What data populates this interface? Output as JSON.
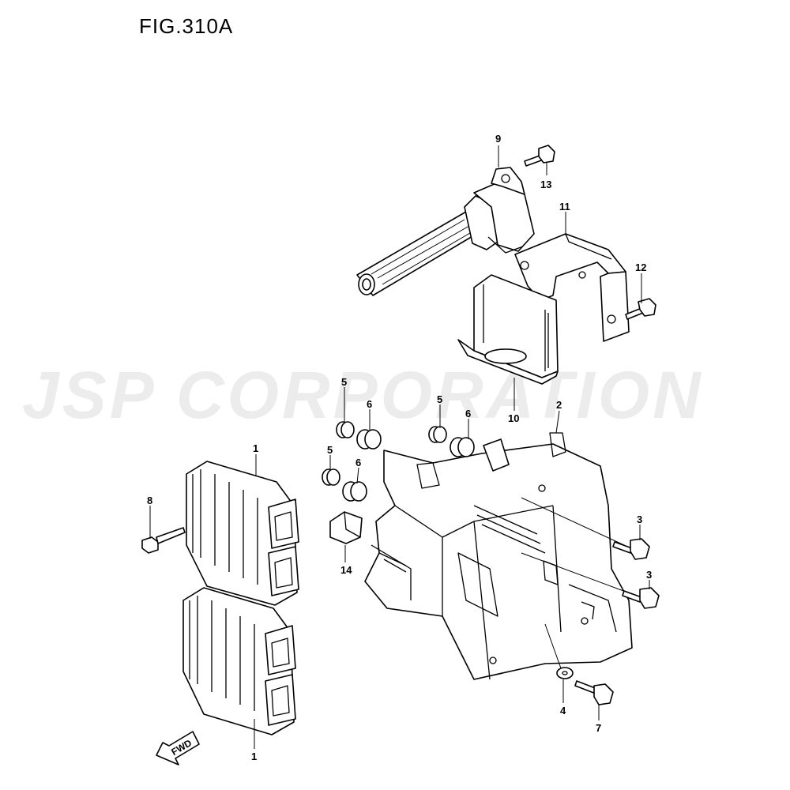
{
  "figure": {
    "title": "FIG.310A"
  },
  "watermark": {
    "text": "JSP CORPORATION"
  },
  "callouts": [
    {
      "id": "9",
      "text": "9"
    },
    {
      "id": "13",
      "text": "13"
    },
    {
      "id": "11",
      "text": "11"
    },
    {
      "id": "12",
      "text": "12"
    },
    {
      "id": "10",
      "text": "10"
    },
    {
      "id": "5a",
      "text": "5"
    },
    {
      "id": "6a",
      "text": "6"
    },
    {
      "id": "5b",
      "text": "5"
    },
    {
      "id": "6b",
      "text": "6"
    },
    {
      "id": "2",
      "text": "2"
    },
    {
      "id": "1a",
      "text": "1"
    },
    {
      "id": "5c",
      "text": "5"
    },
    {
      "id": "6c",
      "text": "6"
    },
    {
      "id": "8",
      "text": "8"
    },
    {
      "id": "14",
      "text": "14"
    },
    {
      "id": "3a",
      "text": "3"
    },
    {
      "id": "3b",
      "text": "3"
    },
    {
      "id": "4",
      "text": "4"
    },
    {
      "id": "7",
      "text": "7"
    },
    {
      "id": "1b",
      "text": "1"
    }
  ],
  "direction_marker": {
    "text": "FWD"
  },
  "colors": {
    "line": "#000000",
    "background": "#ffffff",
    "watermark": "#ececec"
  }
}
